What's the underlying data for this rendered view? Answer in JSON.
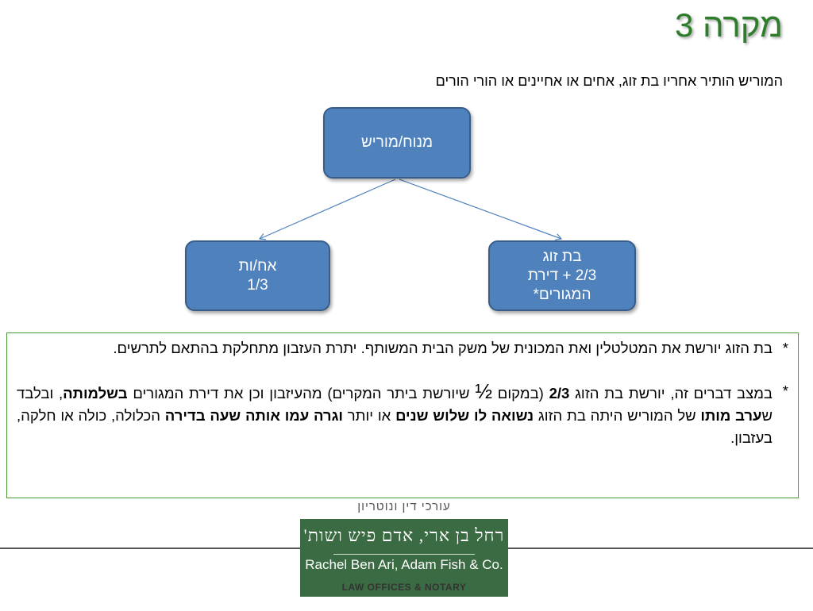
{
  "title": "מקרה 3",
  "subtitle": "המוריש הותיר אחריו בת זוג, אחים או אחיינים או הורי הורים",
  "diagram": {
    "root": "מנוח/מוריש",
    "siblings": {
      "line1": "אח/ות",
      "line2": "1/3"
    },
    "spouse": {
      "line1": "בת זוג",
      "line2": "2/3 + דירת",
      "line3": "המגורים*"
    }
  },
  "notes": [
    {
      "mark": "*",
      "text": "בת הזוג יורשת את המטלטלין ואת המכונית של משק הבית המשותף. יתרת העזבון מתחלקת בהתאם לתרשים."
    },
    {
      "mark": "*",
      "p1": "במצב דברים זה, יורשת בת הזוג ",
      "b1": "2/3",
      "p2": " (במקום ",
      "frac": "½",
      "p3": " שיורשת ביתר המקרים) מהעיזבון וכן את דירת המגורים ",
      "b2": "בשלמותה",
      "p4": ", ובלבד ש",
      "b3": "ערב מותו",
      "p5": " של המוריש היתה בת הזוג ",
      "b4": "נשואה לו שלוש שנים",
      "p6": " או יותר ",
      "b5": "וגרה עמו אותה שעה בדירה",
      "p7": " הכלולה, כולה או חלקה, בעזבון."
    }
  ],
  "logo": {
    "tagline": "עורכי דין ונוטריון",
    "hebrew_name": "רחל בן ארי, אדם פיש ושות'",
    "english_name": "Rachel Ben Ari, Adam Fish & Co.",
    "footer": "LAW OFFICES & NOTARY"
  },
  "colors": {
    "title": "#2d7d2a",
    "box_fill": "#4f81bd",
    "box_border": "#385d8a",
    "notes_border": "#4c9a3c",
    "logo_panel": "#3b6b43"
  }
}
